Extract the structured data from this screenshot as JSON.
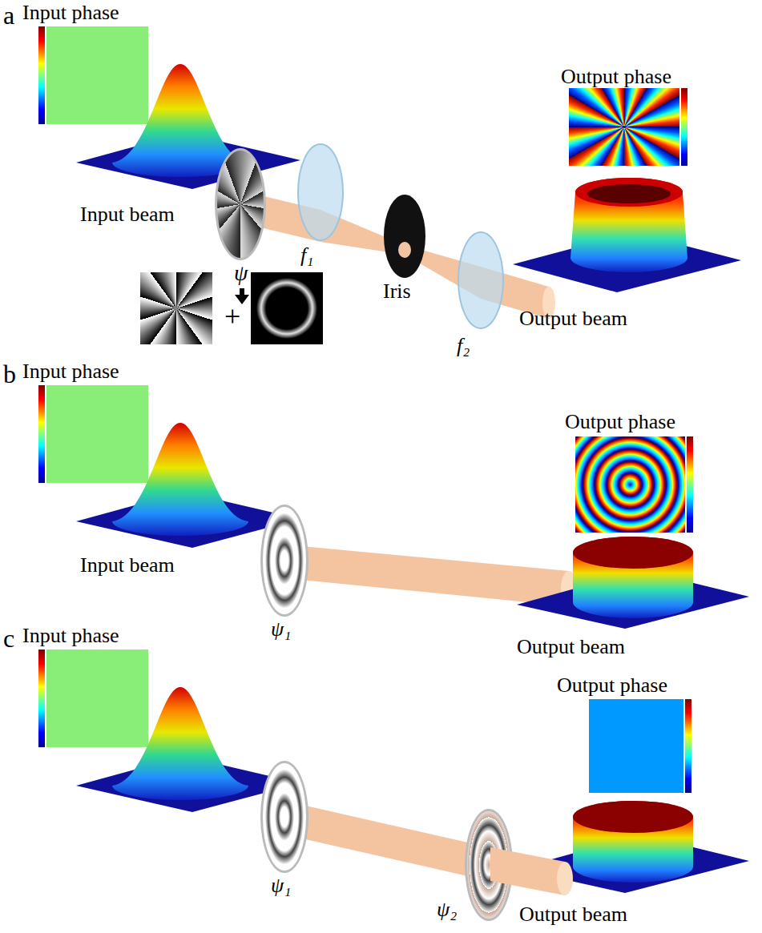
{
  "diagram": {
    "labels": [
      "a",
      "Input phase",
      "Output phase",
      "Input beam",
      "ψ",
      "f₁",
      "Iris",
      "f₂",
      "Output beam",
      "+",
      "b",
      "Input phase",
      "Output phase",
      "Input beam",
      "ψ₁",
      "Output beam",
      "c",
      "Input phase",
      "Output phase",
      "ψ₁",
      "ψ₂",
      "Output beam"
    ]
  }
}
